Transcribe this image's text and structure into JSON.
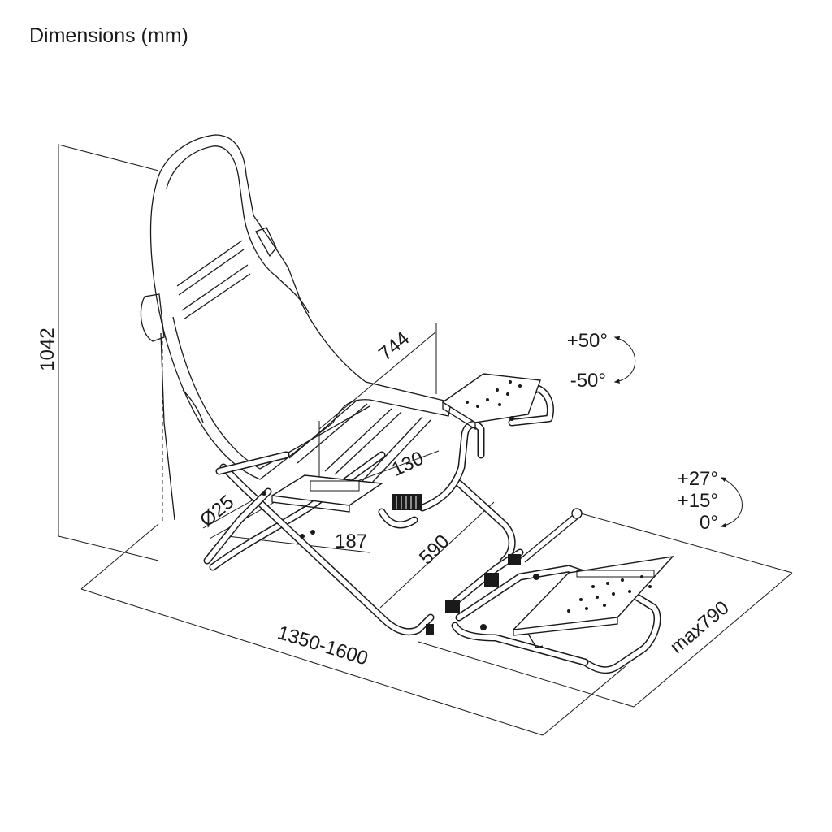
{
  "title": "Dimensions (mm)",
  "dimensions": {
    "height": "1042",
    "seat_width": "744",
    "seat_depth": "130",
    "tube_diameter": "Ø25",
    "mount_spacing": "187",
    "frame_length": "590",
    "total_length": "1350-1600",
    "pedal_width": "max790"
  },
  "angles": {
    "wheel_up": "+50°",
    "wheel_down": "-50°",
    "pedal_high": "+27°",
    "pedal_mid": "+15°",
    "pedal_low": "0°"
  }
}
